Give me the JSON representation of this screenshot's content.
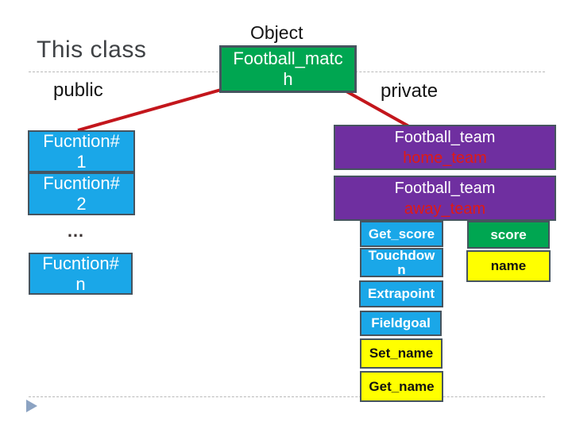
{
  "slide": {
    "title": "This class",
    "object_label": "Object",
    "visibility": {
      "public": "public",
      "private": "private"
    },
    "ellipsis": "…"
  },
  "class_box": {
    "name": "Football_match"
  },
  "public_functions": [
    {
      "label": "Fucntion# 1"
    },
    {
      "label": "Fucntion# 2"
    },
    {
      "label": "Fucntion# n"
    }
  ],
  "private_members": [
    {
      "type": "Football_team",
      "name": "home_team"
    },
    {
      "type": "Football_team",
      "name": "away_team"
    }
  ],
  "score_methods": [
    "Get_score",
    "Touchdown",
    "Extrapoint",
    "Fieldgoal"
  ],
  "attributes": [
    {
      "label": "score"
    },
    {
      "label": "name"
    }
  ],
  "name_methods": [
    "Set_name",
    "Get_name"
  ],
  "colors": {
    "class_green": "#00a651",
    "method_blue": "#1aa7e8",
    "member_purple": "#6f2fa0",
    "attribute_yellow": "#ffff00",
    "connector_red": "#c3161c",
    "member_name_red": "#e01a14",
    "title_gray": "#3f4245",
    "bullet_blue_gray": "#8ca3c2"
  }
}
